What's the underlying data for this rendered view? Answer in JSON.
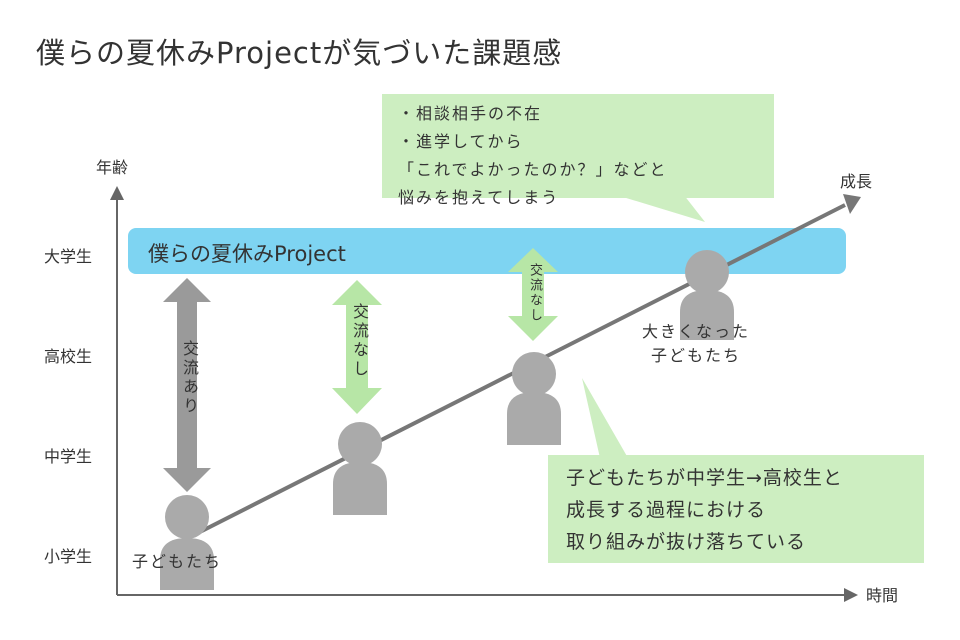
{
  "title": "僕らの夏休みProjectが気づいた課題感",
  "axes": {
    "y_label": "年齢",
    "x_label": "時間",
    "y_ticks": [
      "大学生",
      "高校生",
      "中学生",
      "小学生"
    ]
  },
  "band": {
    "label": "僕らの夏休みProject"
  },
  "growth_label": "成長",
  "interactions": [
    {
      "label": "交流あり"
    },
    {
      "label": "交流なし"
    },
    {
      "label": "交流なし"
    }
  ],
  "people": {
    "child_label": "子どもたち",
    "grown_label_lines": [
      "大きくなった",
      "子どもたち"
    ]
  },
  "bubble_top": {
    "lines": [
      "・相談相手の不在",
      "・進学してから",
      "「これでよかったのか？」などと",
      "悩みを抱えてしまう"
    ]
  },
  "bubble_bottom": {
    "lines": [
      "子どもたちが中学生→高校生と",
      "成長する過程における",
      "取り組みが抜け落ちている"
    ]
  },
  "colors": {
    "band": "#7ed4f2",
    "bubble": "#cdeec1",
    "arrow_green": "#b7e6a6",
    "arrow_gray": "#9a9a9a",
    "person": "#aaaaaa",
    "axis": "#666666"
  }
}
